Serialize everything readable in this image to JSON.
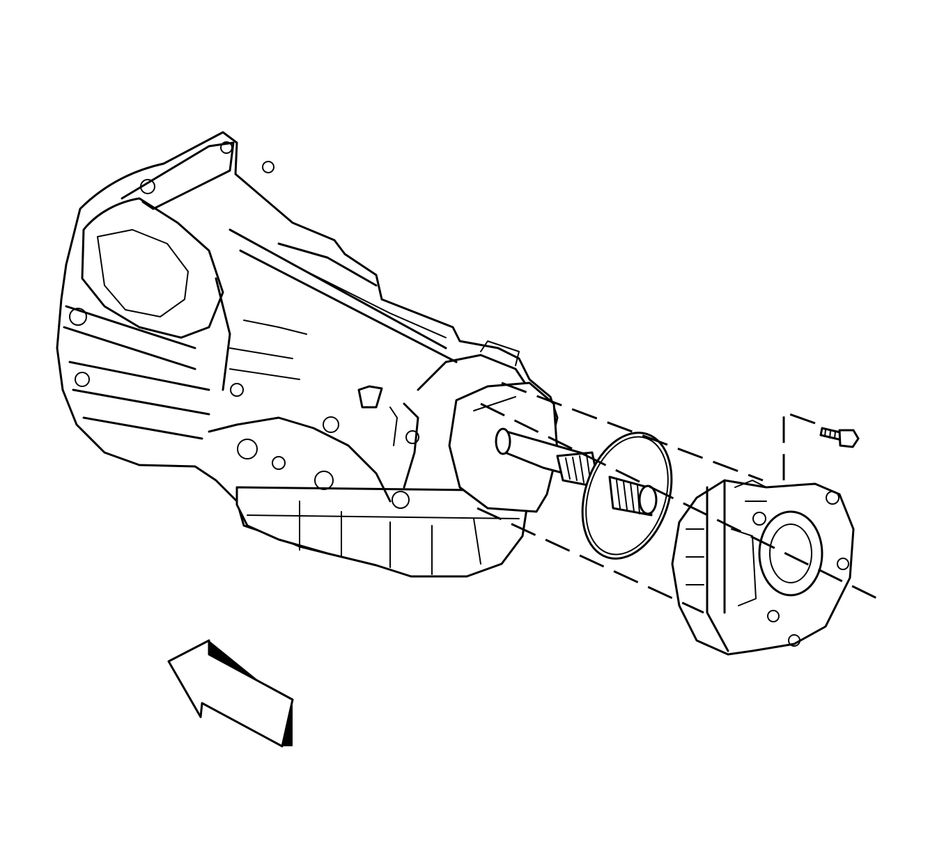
{
  "diagram": {
    "parts": [
      {
        "id": "transmission-case",
        "icon": "transmission-icon"
      },
      {
        "id": "output-shaft",
        "icon": "shaft-icon"
      },
      {
        "id": "seal-ring",
        "icon": "o-ring-icon"
      },
      {
        "id": "extension-housing",
        "icon": "housing-icon"
      },
      {
        "id": "housing-bolt",
        "icon": "bolt-icon"
      },
      {
        "id": "direction-arrow",
        "icon": "arrow-icon"
      }
    ],
    "colors": {
      "line": "#000000",
      "background": "#ffffff"
    }
  }
}
